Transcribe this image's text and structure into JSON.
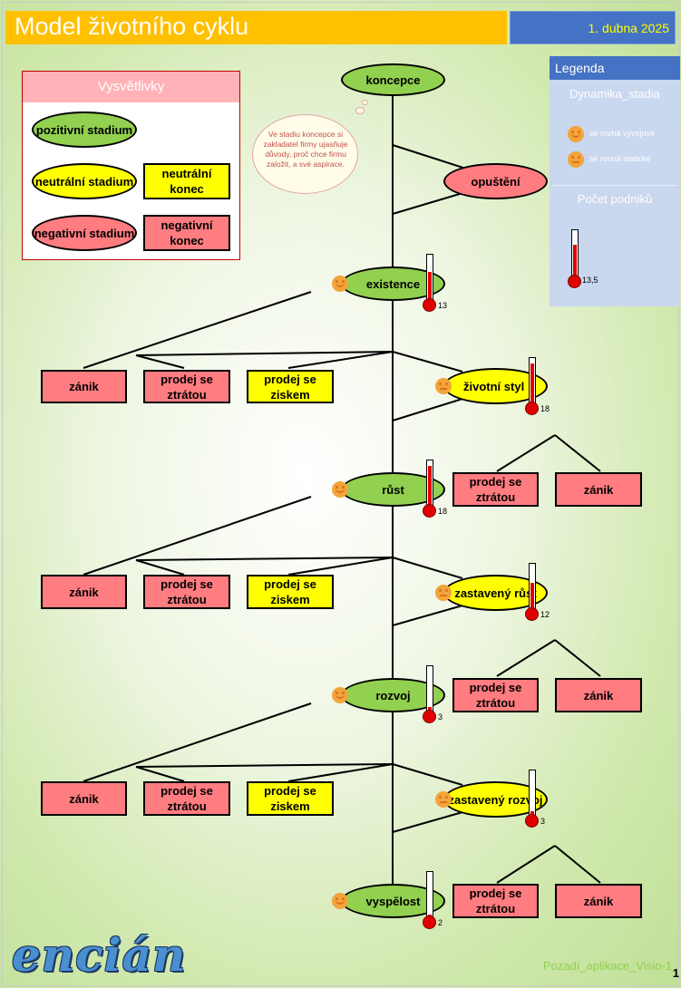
{
  "title": "Model životního cyklu",
  "date": "1. dubna 2025",
  "vysvetlivky": {
    "heading": "Vysvětlivky",
    "positive_stage": "pozitivní stadium",
    "neutral_stage": "neutrální stadium",
    "neutral_end": "neutrální konec",
    "negative_stage": "negativní stadium",
    "negative_end": "negativní konec"
  },
  "legend": {
    "heading": "Legenda",
    "dynamics_title": "Dynamika_stadia",
    "dev_label": "se rovná vývojové",
    "static_label": "se rovná statické",
    "count_title": "Počet podniků",
    "count_value": "13,5"
  },
  "callout": "Ve stadiu koncepce si zakladatel firmy ujasňuje důvody, proč chce firmu založit, a své aspirace.",
  "stages": {
    "koncepce": "koncepce",
    "opusteni": "opuštění",
    "existence": "existence",
    "existence_count": "13",
    "zivotni_styl": "životní styl",
    "zivotni_styl_count": "18",
    "rust": "růst",
    "rust_count": "18",
    "zastaveny_rust": "zastavený růst",
    "zastaveny_rust_count": "12",
    "rozvoj": "rozvoj",
    "rozvoj_count": "3",
    "zastaveny_rozvoj": "zastavený rozvoj",
    "zastaveny_rozvoj_count": "3",
    "vyspelost": "vyspělost",
    "vyspelost_count": "2"
  },
  "outcomes": {
    "zanik": "zánik",
    "prodej_ztrata": "prodej se ztrátou",
    "prodej_zisk": "prodej se ziskem"
  },
  "thermometer_levels": {
    "legend": 0.75,
    "existence": 0.7,
    "zivotni_styl": 0.95,
    "rust": 0.95,
    "zastaveny_rust": 0.65,
    "rozvoj": 0.2,
    "zastaveny_rozvoj": 0.2,
    "vyspelost": 0.15
  },
  "colors": {
    "positive": "#92d050",
    "neutral": "#ffff00",
    "negative": "#ff7c80",
    "title_bar": "#ffc000",
    "date_bar": "#4472c4"
  },
  "logo": "encián",
  "footer": "Pozadí_aplikace_Visio-1",
  "page_number": "1"
}
